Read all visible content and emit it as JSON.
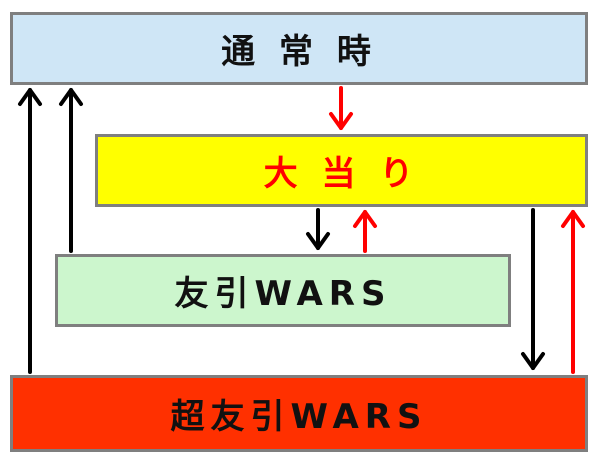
{
  "states": {
    "normal": "通 常 時",
    "jackpot": "大 当 り",
    "wars": "友引WARS",
    "super_wars": "超友引WARS"
  },
  "colors": {
    "normal_fill": "#cfe6f6",
    "jackpot_fill": "#ffff00",
    "jackpot_text": "#ff0000",
    "wars_fill": "#ccf6cd",
    "super_wars_fill": "#ff3000",
    "arrow_black": "#000000",
    "arrow_red": "#ff0000",
    "border": "#7f7f7f"
  },
  "arrows": [
    {
      "from": "normal",
      "to": "jackpot",
      "color": "red"
    },
    {
      "from": "jackpot",
      "to": "wars",
      "color": "black"
    },
    {
      "from": "wars",
      "to": "jackpot",
      "color": "red"
    },
    {
      "from": "wars",
      "to": "normal",
      "color": "black"
    },
    {
      "from": "super_wars",
      "to": "normal",
      "color": "black"
    },
    {
      "from": "jackpot",
      "to": "super_wars",
      "color": "black"
    },
    {
      "from": "super_wars",
      "to": "jackpot",
      "color": "red"
    }
  ]
}
